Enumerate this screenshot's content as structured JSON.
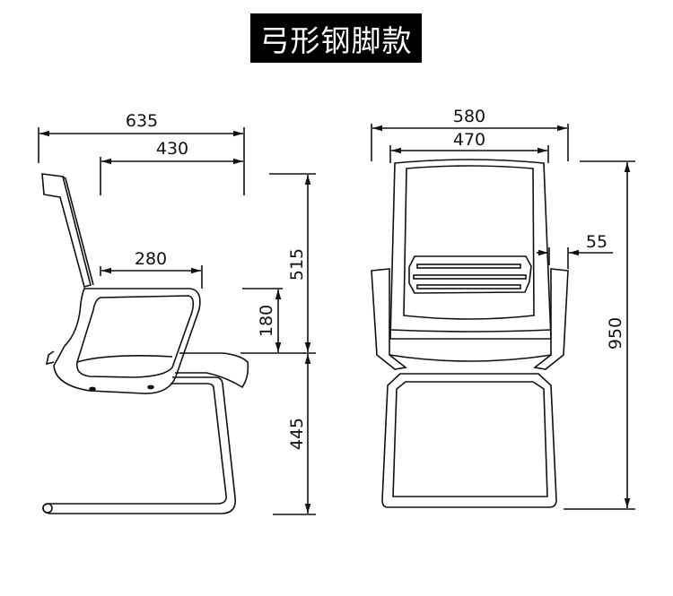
{
  "title": "弓形钢脚款",
  "colors": {
    "background": "#ffffff",
    "title_bg": "#000000",
    "title_text": "#ffffff",
    "line": "#111111"
  },
  "side_view": {
    "dimensions": {
      "overall_depth": "635",
      "seat_depth": "430",
      "seat_inner_depth": "280",
      "back_height": "515",
      "armrest_height": "180",
      "seat_height": "445"
    }
  },
  "front_view": {
    "dimensions": {
      "overall_width": "580",
      "back_width": "470",
      "armrest_width": "55",
      "overall_height": "950"
    }
  }
}
